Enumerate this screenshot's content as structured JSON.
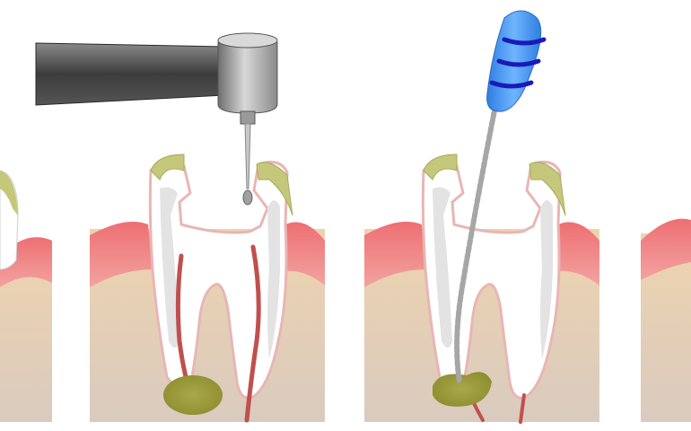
{
  "figure": {
    "panels": [
      {
        "id": "panel-left-partial",
        "stage": "previous-step-partial"
      },
      {
        "id": "panel-drill",
        "stage": "access-cavity-drilling",
        "instrument": "dental-handpiece"
      },
      {
        "id": "panel-file",
        "stage": "canal-cleaning",
        "instrument": "endodontic-file"
      },
      {
        "id": "panel-right-partial",
        "stage": "next-step-partial"
      }
    ],
    "colors": {
      "gum": "#ef7c7e",
      "bone": "#e6ccaa",
      "tooth": "#ffffff",
      "dentin": "#e3e3e3",
      "enamel": "#c5c77a",
      "pulp": "#c0504d",
      "infection": "#8b8d2e",
      "handpiece": "#5a5a5a",
      "file_handle": "#4d9ff0",
      "file_ring": "#1a1ab8",
      "file_shaft": "#a6a6a6"
    },
    "icons": [
      "dental-handpiece-icon",
      "endodontic-file-icon",
      "tooth-cross-section-icon"
    ]
  }
}
